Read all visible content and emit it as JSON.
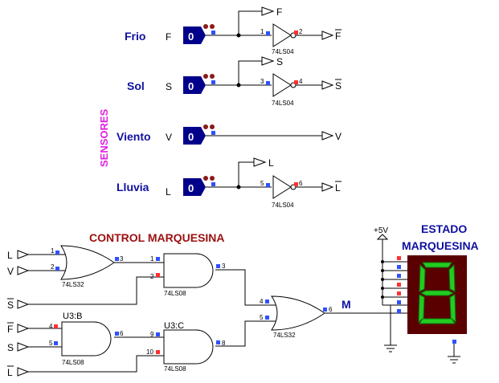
{
  "sensors": {
    "title": "SENSORES",
    "items": [
      {
        "name": "Frio",
        "letter": "F",
        "value": "0",
        "out": "F",
        "inverted": true,
        "pin_in": "1",
        "pin_out": "2",
        "chip": "74LS04"
      },
      {
        "name": "Sol",
        "letter": "S",
        "value": "0",
        "out": "S",
        "inverted": true,
        "pin_in": "3",
        "pin_out": "4",
        "chip": "74LS04"
      },
      {
        "name": "Viento",
        "letter": "V",
        "value": "0",
        "out": "V",
        "inverted": false
      },
      {
        "name": "Lluvia",
        "letter": "L",
        "value": "0",
        "out": "L",
        "inverted": true,
        "pin_in": "5",
        "pin_out": "6",
        "chip": "74LS04"
      }
    ]
  },
  "control": {
    "title": "CONTROL MARQUESINA",
    "inputs": [
      "L",
      "V",
      "S",
      "F",
      "S",
      "L"
    ],
    "gates": [
      {
        "type": "OR",
        "label": "",
        "chip": "74LS32",
        "pins": [
          "1",
          "2",
          "3"
        ]
      },
      {
        "type": "AND",
        "label": "",
        "chip": "74LS08",
        "pins": [
          "1",
          "2",
          "3"
        ]
      },
      {
        "type": "AND",
        "label": "U3:B",
        "chip": "74LS08",
        "pins": [
          "4",
          "5",
          "6"
        ]
      },
      {
        "type": "AND",
        "label": "U3:C",
        "chip": "74LS08",
        "pins": [
          "9",
          "10",
          "8"
        ]
      },
      {
        "type": "OR",
        "label": "",
        "chip": "74LS32",
        "pins": [
          "4",
          "5",
          "6"
        ]
      }
    ],
    "output_label": "M"
  },
  "display": {
    "title_line1": "ESTADO",
    "title_line2": "MARQUESINA",
    "supply": "+5V"
  },
  "colors": {
    "wire": "#000000",
    "sensor_label": "#1010a0",
    "sensor_title": "#e020e0",
    "control_title": "#9b1010",
    "probe": "#00008b",
    "pin_blue": "#3050ff",
    "pin_red": "#ff3030",
    "display_bg": "#5a0000",
    "segment_on": "#22cc22"
  }
}
